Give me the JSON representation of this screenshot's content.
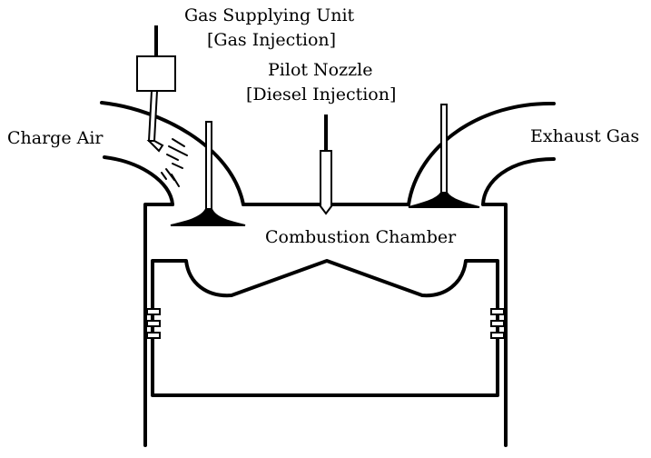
{
  "labels": {
    "gas_unit_line1": "Gas Supplying Unit",
    "gas_unit_line2": "[Gas Injection]",
    "pilot_line1": "Pilot Nozzle",
    "pilot_line2": "[Diesel Injection]",
    "charge_air": "Charge Air",
    "exhaust_gas": "Exhaust Gas",
    "combustion_chamber": "Combustion Chamber"
  },
  "colors": {
    "stroke": "#000000",
    "background": "#ffffff"
  }
}
